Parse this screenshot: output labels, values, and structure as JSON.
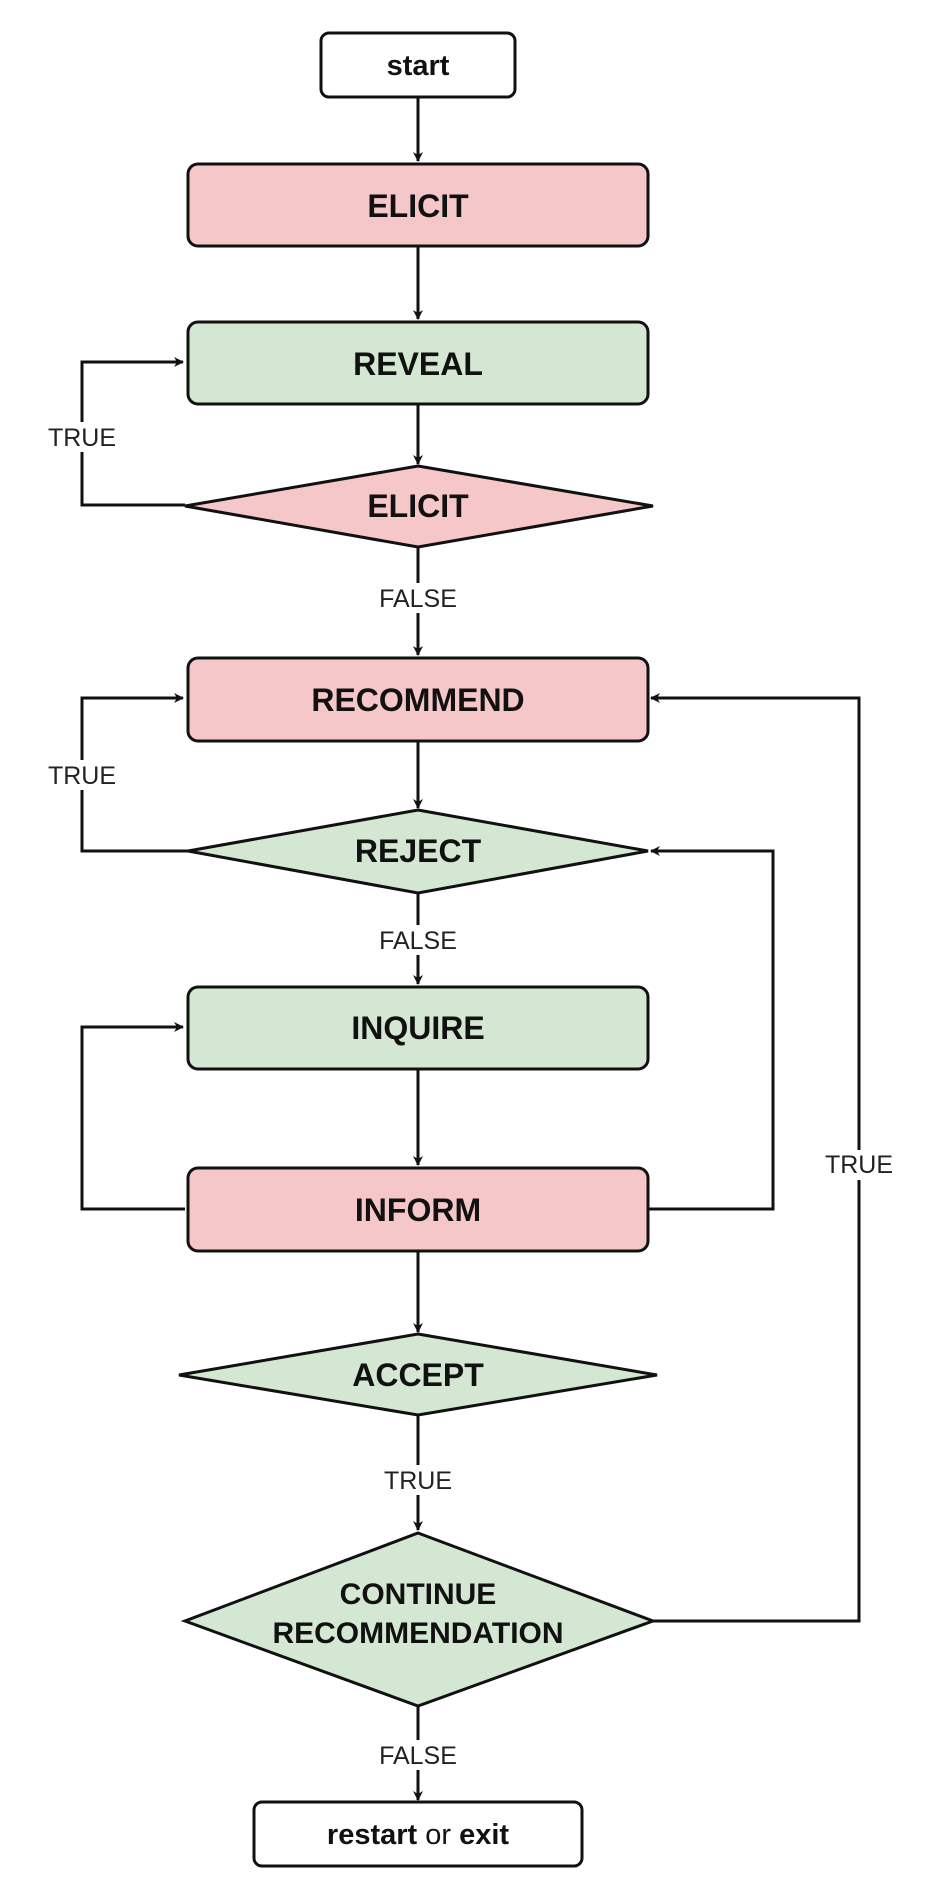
{
  "colors": {
    "red_fill": "#f6c7c8",
    "green_fill": "#d4e7d2",
    "white_fill": "#ffffff",
    "stroke": "#111111"
  },
  "nodes": {
    "start": {
      "text": "start"
    },
    "elicit": {
      "text": "ELICIT"
    },
    "reveal": {
      "text": "REVEAL"
    },
    "elicit_decision": {
      "text": "ELICIT"
    },
    "recommend": {
      "text": "RECOMMEND"
    },
    "reject_decision": {
      "text": "REJECT"
    },
    "inquire": {
      "text": "INQUIRE"
    },
    "inform": {
      "text": "INFORM"
    },
    "accept_decision": {
      "text": "ACCEPT"
    },
    "continue_decision": {
      "line1": "CONTINUE",
      "line2": "RECOMMENDATION"
    },
    "end": {
      "bold1": "restart",
      "middle": " or ",
      "bold2": "exit"
    }
  },
  "edge_labels": {
    "elicit_true": "TRUE",
    "elicit_false": "FALSE",
    "reject_true": "TRUE",
    "reject_false": "FALSE",
    "continue_true": "TRUE",
    "accept_true": "TRUE",
    "continue_false": "FALSE"
  }
}
